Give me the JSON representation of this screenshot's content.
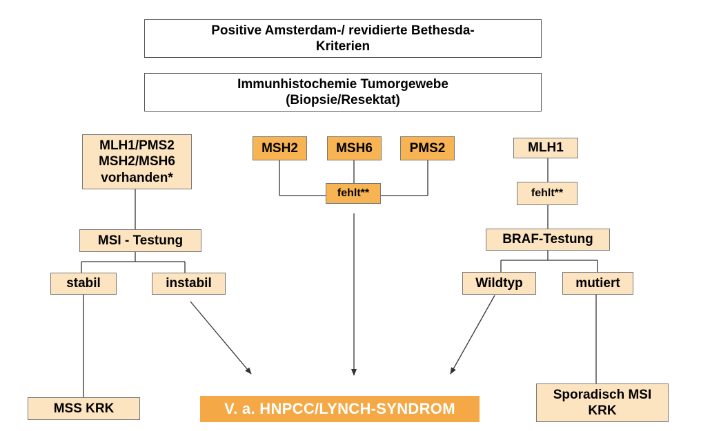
{
  "criteria": "Positive Amsterdam-/ revidierte Bethesda-Kriterien",
  "ihc": "Immunhistochemie Tumorgewebe (Biopsie/Resektat)",
  "left": {
    "present": "MLH1/PMS2 MSH2/MSH6 vorhanden*",
    "msi_test": "MSI - Testung",
    "stable": "stabil",
    "unstable": "instabil",
    "mss": "MSS KRK"
  },
  "middle": {
    "msh2": "MSH2",
    "msh6": "MSH6",
    "pms2": "PMS2",
    "missing": "fehlt**"
  },
  "right": {
    "mlh1": "MLH1",
    "missing": "fehlt**",
    "braf": "BRAF-Testung",
    "wildtype": "Wildtyp",
    "mutated": "mutiert",
    "sporadic": "Sporadisch MSI KRK"
  },
  "result": "V. a. HNPCC/LYNCH-SYNDROM",
  "colors": {
    "light_box": "#fde4c0",
    "orange_box": "#f8b352",
    "result_box": "#f5a946",
    "line": "#333333"
  }
}
